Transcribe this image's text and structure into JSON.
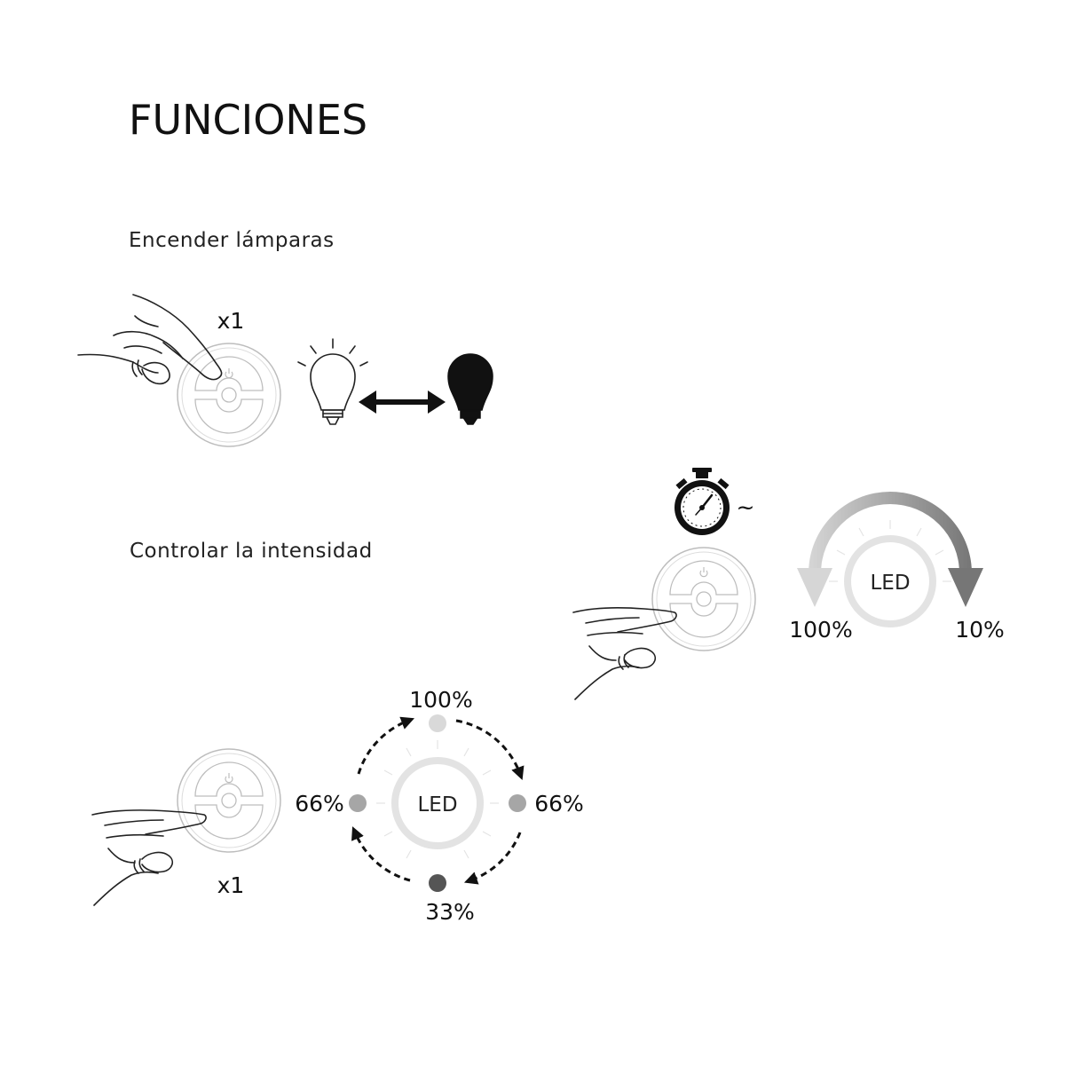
{
  "title": "FUNCIONES",
  "section1": {
    "heading": "Encender lámparas",
    "press_count": "x1"
  },
  "section2": {
    "heading": "Controlar la intensidad",
    "hold": {
      "timer_suffix": "~",
      "led_label": "LED",
      "from_label": "100%",
      "to_label": "10%"
    },
    "cycle": {
      "press_count": "x1",
      "led_label": "LED",
      "top_label": "100%",
      "right_label": "66%",
      "bottom_label": "33%",
      "left_label": "66%"
    }
  },
  "colors": {
    "line": "#333333",
    "pad": "#cccccc",
    "ring": "#e2e2e2",
    "dot_light": "#d9d9d9",
    "dot_mid": "#a6a6a6",
    "dot_dark": "#555555",
    "arrow_light": "#d4d4d4",
    "arrow_dark": "#7a7a7a"
  }
}
